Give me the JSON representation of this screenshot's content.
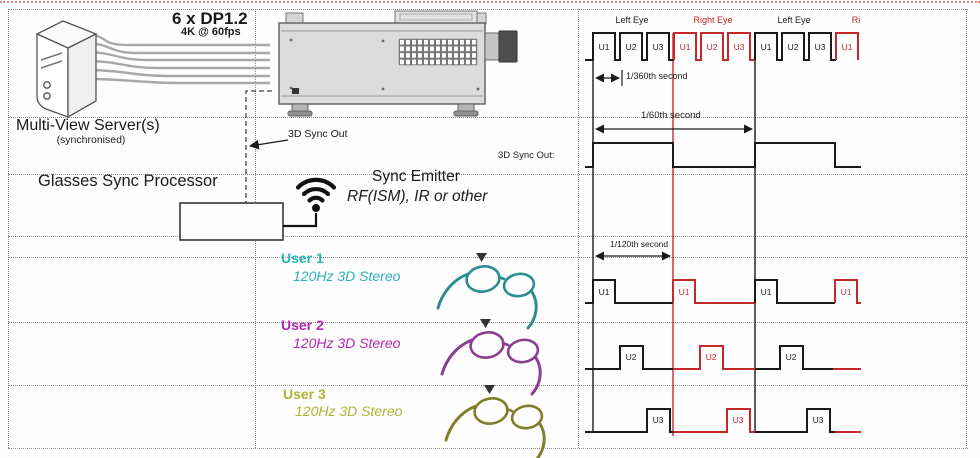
{
  "colors": {
    "waveform_black": "#1a1a1a",
    "waveform_red": "#c42828",
    "user1": "#29b2b8",
    "user2": "#b428b4",
    "user3": "#b2b232",
    "grid_dotted": "#8f8f8f"
  },
  "server": {
    "title": "Multi-View Server(s)",
    "subtitle": "(synchronised)",
    "cable_label": "6 x DP1.2",
    "cable_sublabel": "4K @ 60fps"
  },
  "sync": {
    "out_label": "3D Sync Out",
    "processor_label": "Glasses Sync Processor",
    "emitter_title": "Sync Emitter",
    "emitter_subtitle": "RF(ISM), IR or other"
  },
  "users": [
    {
      "name": "User 1",
      "mode": "120Hz 3D Stereo",
      "color": "#29b2b8"
    },
    {
      "name": "User 2",
      "mode": "120Hz 3D Stereo",
      "color": "#b428b4"
    },
    {
      "name": "User 3",
      "mode": "120Hz 3D Stereo",
      "color": "#b2b232"
    }
  ],
  "timing": {
    "sync_waveform_label": "3D Sync Out:",
    "eye_labels": [
      {
        "text": "Left Eye",
        "color": "black"
      },
      {
        "text": "Right Eye",
        "color": "red"
      },
      {
        "text": "Left Eye",
        "color": "black"
      },
      {
        "text": "Ri",
        "color": "red"
      }
    ],
    "slot_labels": [
      {
        "text": "U1",
        "color": "black"
      },
      {
        "text": "U2",
        "color": "black"
      },
      {
        "text": "U3",
        "color": "black"
      },
      {
        "text": "U1",
        "color": "red"
      },
      {
        "text": "U2",
        "color": "red"
      },
      {
        "text": "U3",
        "color": "red"
      },
      {
        "text": "U1",
        "color": "black"
      },
      {
        "text": "U2",
        "color": "black"
      },
      {
        "text": "U3",
        "color": "black"
      },
      {
        "text": "U1",
        "color": "red"
      }
    ],
    "annotations": {
      "slot": "1/360th second",
      "frame_pair": "1/60th second",
      "eye_frame": "1/120th second"
    },
    "user_rows": [
      {
        "user": "User 1",
        "pulses": [
          {
            "text": "U1",
            "color": "black"
          },
          {
            "text": "U1",
            "color": "red"
          },
          {
            "text": "U1",
            "color": "black"
          },
          {
            "text": "U1",
            "color": "red"
          }
        ]
      },
      {
        "user": "User 2",
        "pulses": [
          {
            "text": "U2",
            "color": "black"
          },
          {
            "text": "U2",
            "color": "red"
          },
          {
            "text": "U2",
            "color": "black"
          }
        ]
      },
      {
        "user": "User 3",
        "pulses": [
          {
            "text": "U3",
            "color": "black"
          },
          {
            "text": "U3",
            "color": "red"
          },
          {
            "text": "U3",
            "color": "black"
          }
        ]
      }
    ]
  }
}
